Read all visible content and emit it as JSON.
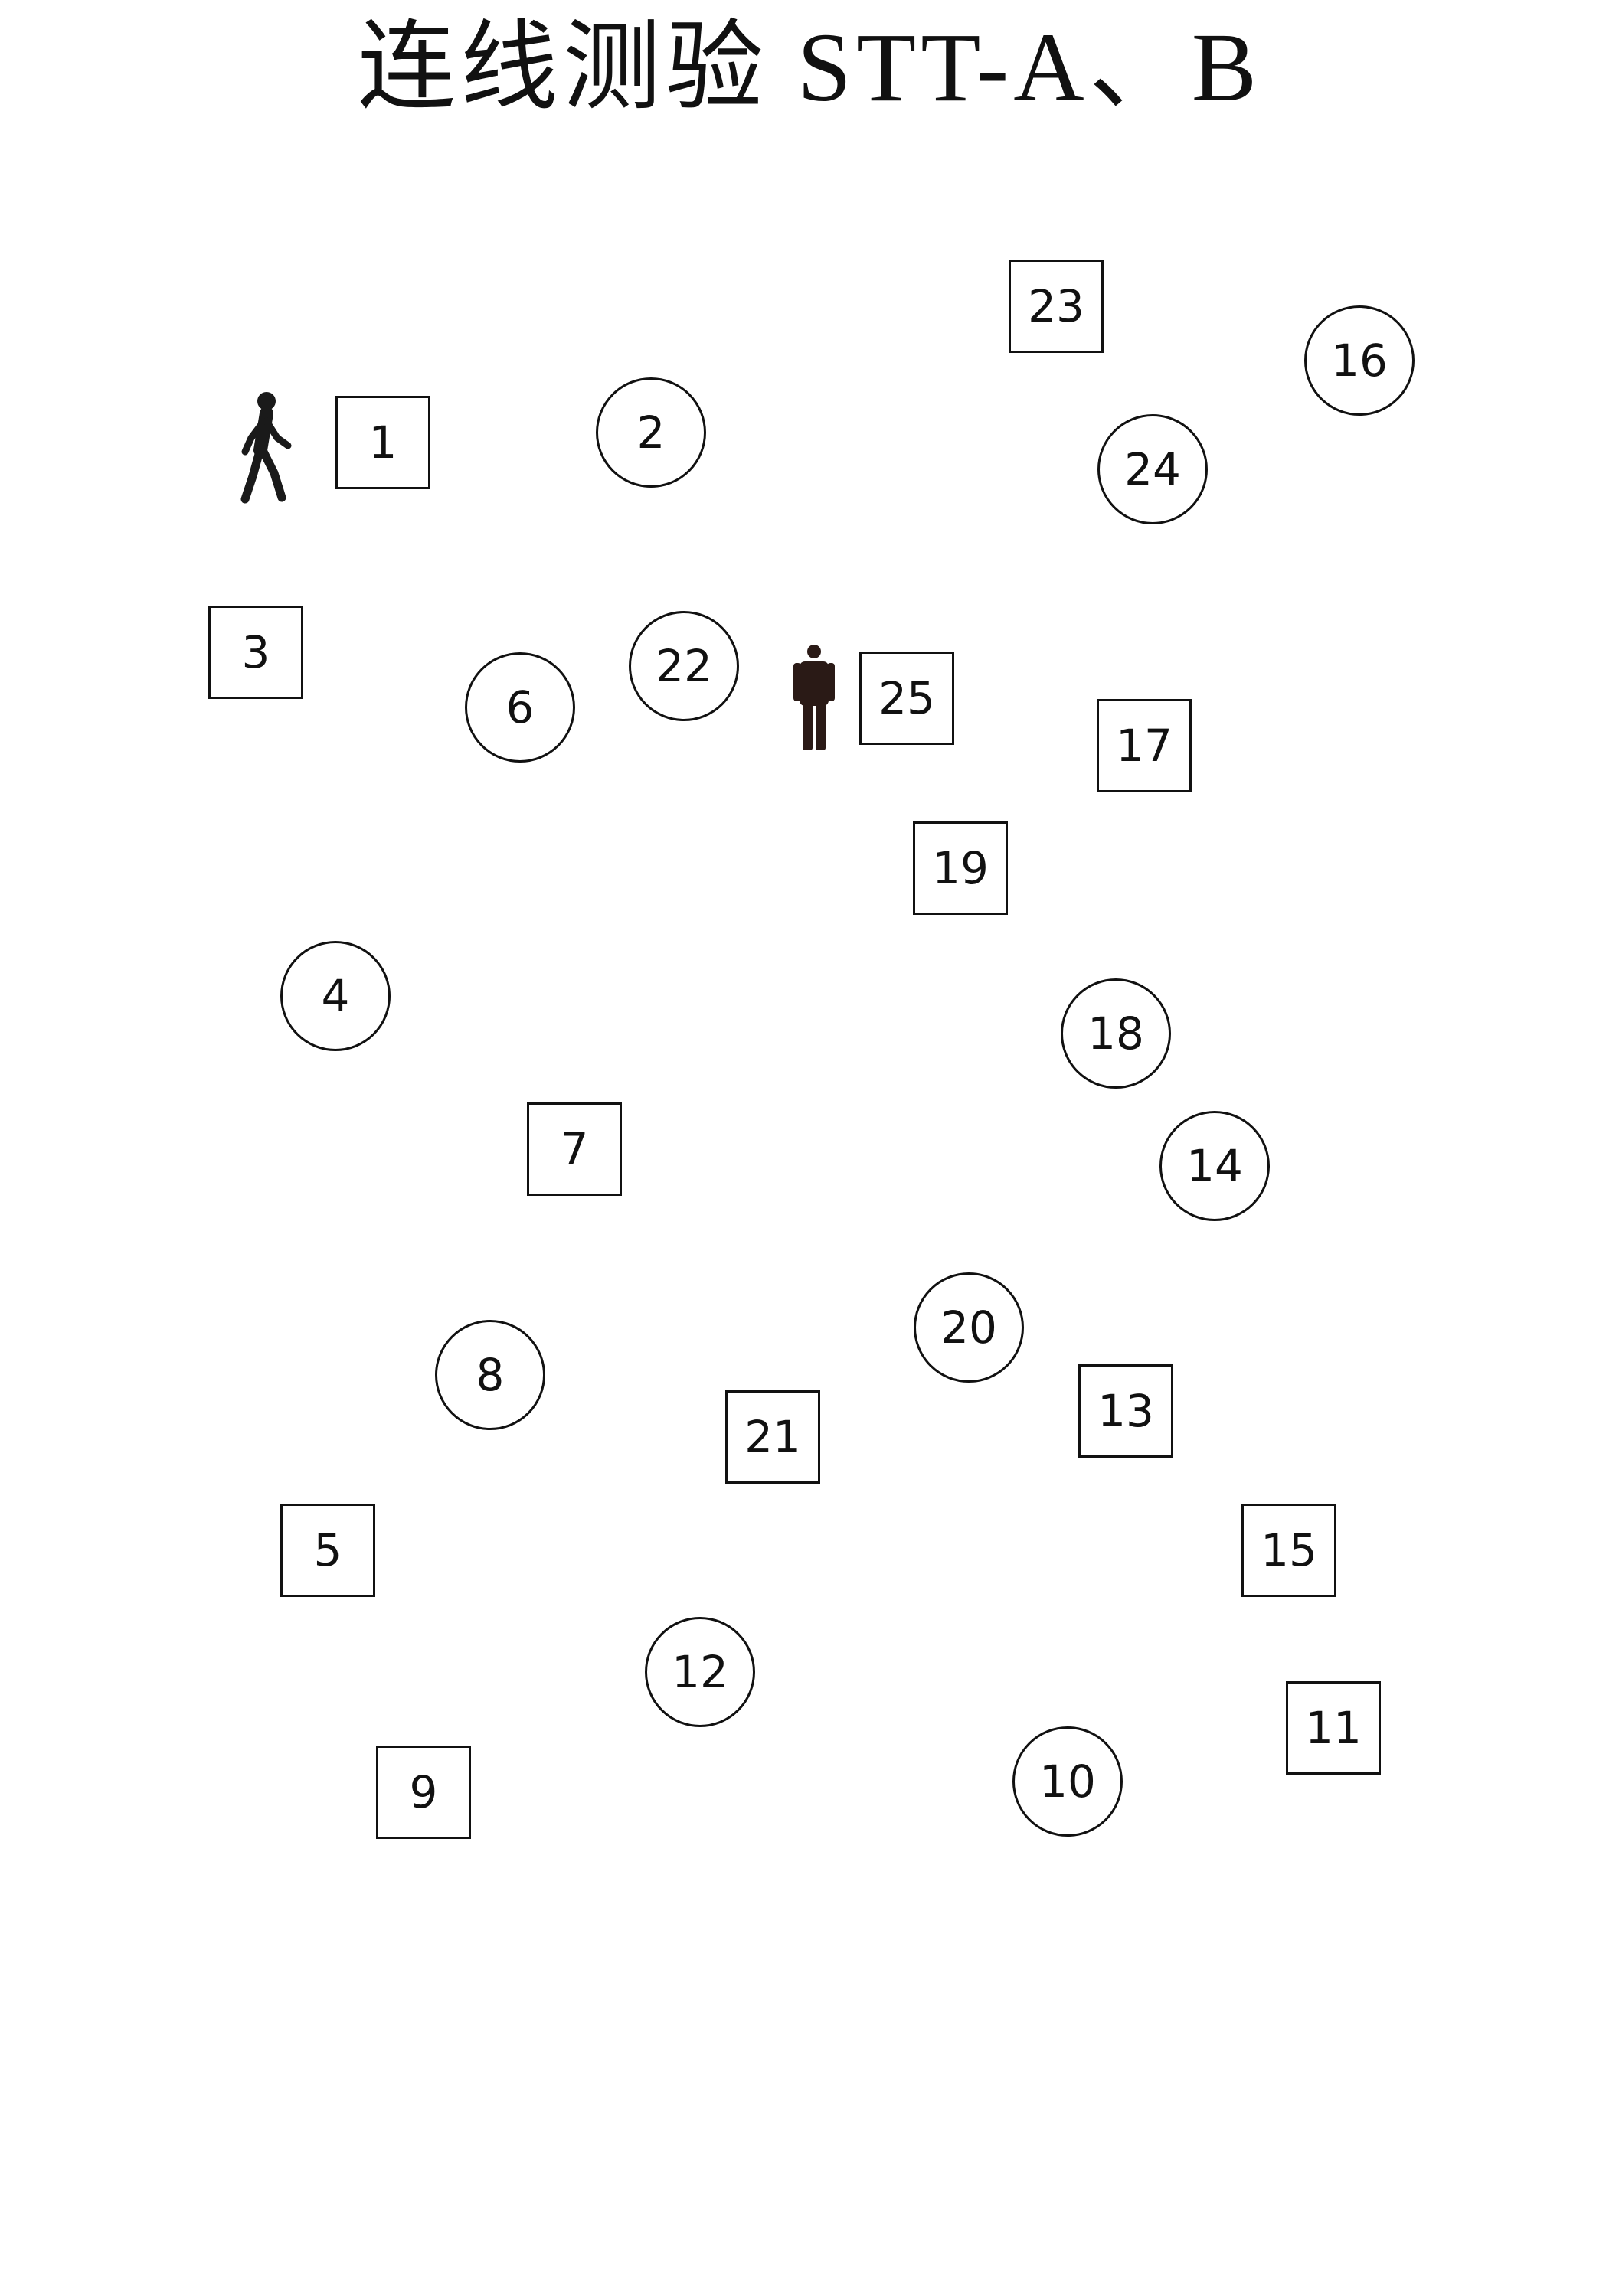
{
  "title": "连线测验 STT-A、B",
  "nodes": [
    {
      "label": "1",
      "shape": "square"
    },
    {
      "label": "2",
      "shape": "circle"
    },
    {
      "label": "3",
      "shape": "square"
    },
    {
      "label": "4",
      "shape": "circle"
    },
    {
      "label": "5",
      "shape": "square"
    },
    {
      "label": "6",
      "shape": "circle"
    },
    {
      "label": "7",
      "shape": "square"
    },
    {
      "label": "8",
      "shape": "circle"
    },
    {
      "label": "9",
      "shape": "square"
    },
    {
      "label": "10",
      "shape": "circle"
    },
    {
      "label": "11",
      "shape": "square"
    },
    {
      "label": "12",
      "shape": "circle"
    },
    {
      "label": "13",
      "shape": "square"
    },
    {
      "label": "14",
      "shape": "circle"
    },
    {
      "label": "15",
      "shape": "square"
    },
    {
      "label": "16",
      "shape": "circle"
    },
    {
      "label": "17",
      "shape": "square"
    },
    {
      "label": "18",
      "shape": "circle"
    },
    {
      "label": "19",
      "shape": "square"
    },
    {
      "label": "20",
      "shape": "circle"
    },
    {
      "label": "21",
      "shape": "square"
    },
    {
      "label": "22",
      "shape": "circle"
    },
    {
      "label": "23",
      "shape": "square"
    },
    {
      "label": "24",
      "shape": "circle"
    },
    {
      "label": "25",
      "shape": "square"
    }
  ],
  "icons": {
    "start": "walking-person-icon",
    "end": "standing-person-icon"
  }
}
